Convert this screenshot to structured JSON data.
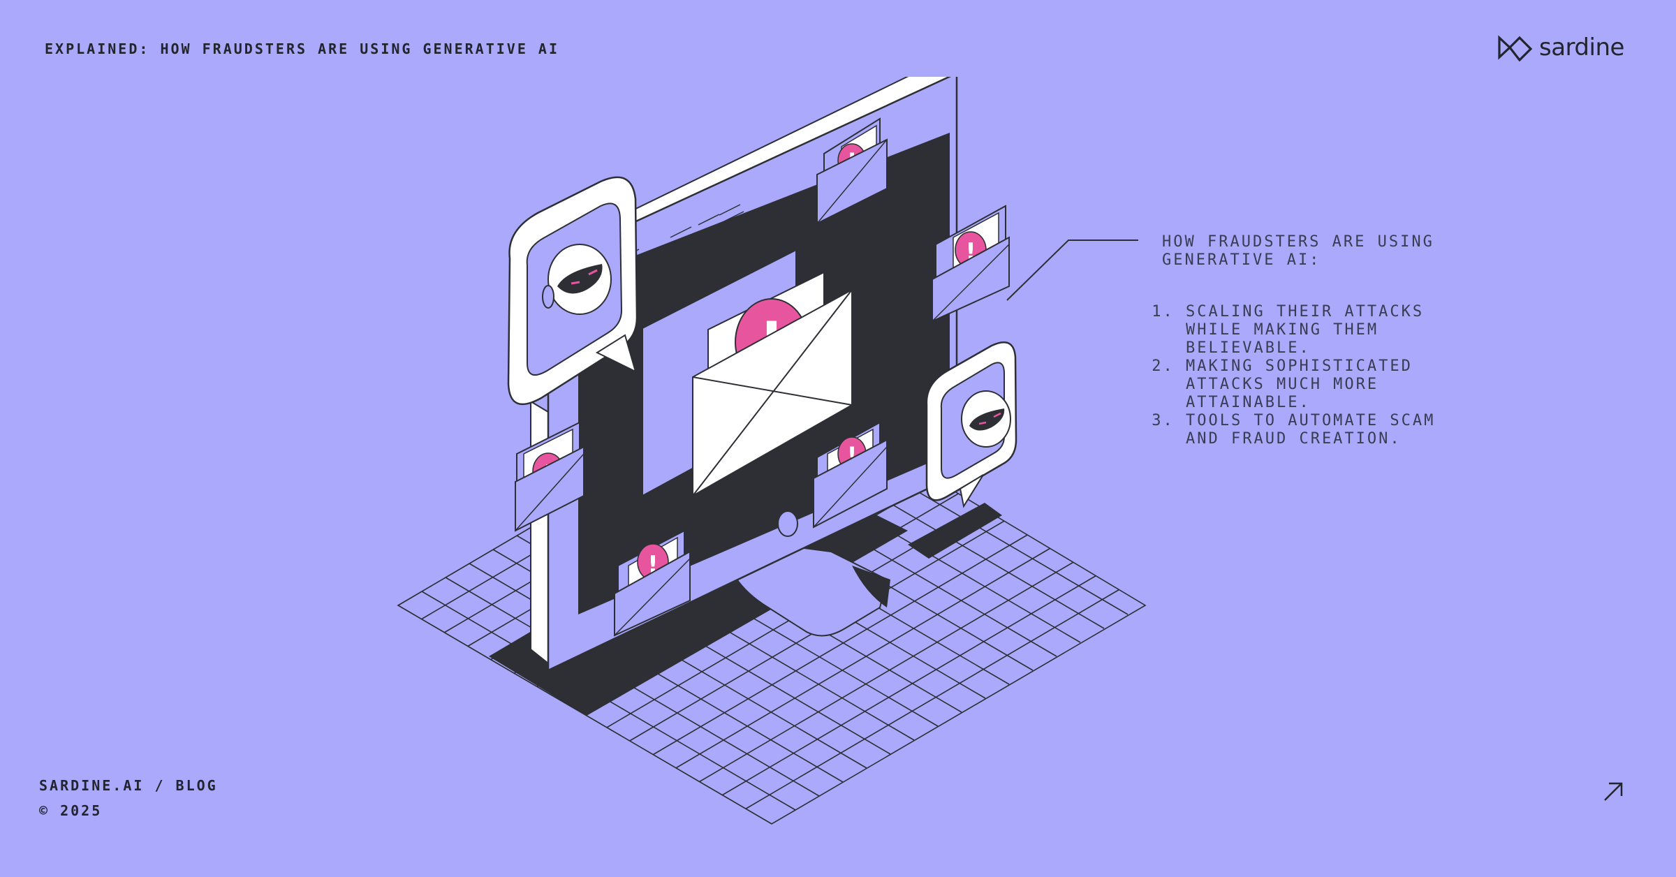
{
  "header": {
    "title": "EXPLAINED: HOW FRAUDSTERS ARE USING GENERATIVE AI"
  },
  "brand": {
    "name": "sardine",
    "logo_icon": "sardine-logo-icon"
  },
  "panel": {
    "heading": "HOW FRAUDSTERS ARE USING GENERATIVE AI:",
    "items": [
      "SCALING THEIR ATTACKS WHILE MAKING THEM BELIEVABLE.",
      "MAKING SOPHISTICATED ATTACKS MUCH MORE ATTAINABLE.",
      "TOOLS TO AUTOMATE SCAM AND FRAUD CREATION."
    ]
  },
  "footer": {
    "site": "SARDINE.AI / BLOG",
    "copyright": "© 2025"
  },
  "icons": {
    "external_link": "arrow-up-right-icon"
  },
  "colors": {
    "background": "#aaa9fc",
    "ink": "#2d2f35",
    "accent": "#e8559f",
    "paper": "#ffffff"
  }
}
